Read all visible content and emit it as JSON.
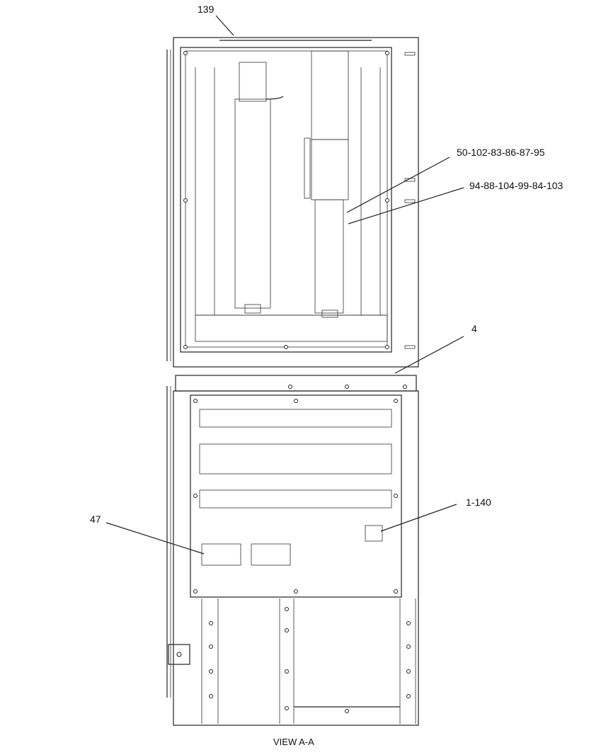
{
  "callouts": {
    "c139": "139",
    "c50": "50-102-83-86-87-95",
    "c94": "94-88-104-99-84-103",
    "c4": "4",
    "c1140": "1-140",
    "c47": "47"
  },
  "caption": "VIEW A-A"
}
